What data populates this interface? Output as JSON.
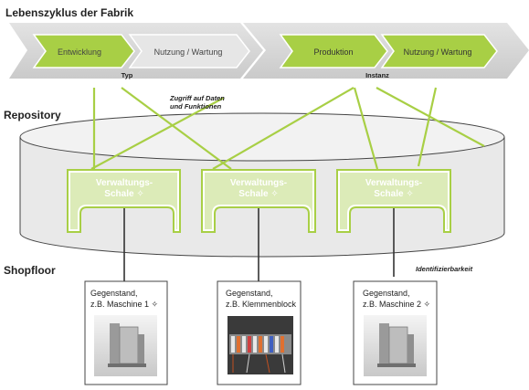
{
  "sections": {
    "lifecycle": "Lebenszyklus der Fabrik",
    "repository": "Repository",
    "shopfloor": "Shopfloor"
  },
  "lifecycle": {
    "phases": [
      "Entwicklung",
      "Nutzung / Wartung",
      "Produktion",
      "Nutzung / Wartung"
    ],
    "type_label": "Typ",
    "instance_label": "Instanz"
  },
  "annotations": {
    "access_line1": "Zugriff auf Daten",
    "access_line2": "und Funktionen",
    "identification": "Identifizierbarkeit"
  },
  "shells": [
    {
      "line1": "Verwaltungs-",
      "line2": "Schale ✧"
    },
    {
      "line1": "Verwaltungs-",
      "line2": "Schale ✧"
    },
    {
      "line1": "Verwaltungs-",
      "line2": "Schale ✧"
    }
  ],
  "objects": [
    {
      "line1": "Gegenstand,",
      "line2": "z.B. Maschine 1 ✧"
    },
    {
      "line1": "Gegenstand,",
      "line2": "z.B. Klemmenblock"
    },
    {
      "line1": "Gegenstand,",
      "line2": "z.B. Maschine 2 ✧"
    }
  ],
  "colors": {
    "green": "#a8cf45",
    "green_light": "#dcebb8",
    "green_pale": "#eef5dd",
    "gray_band": "#d4d4d4",
    "gray_chevron": "#e6e6e6",
    "cylinder": "#e9e9e9"
  }
}
